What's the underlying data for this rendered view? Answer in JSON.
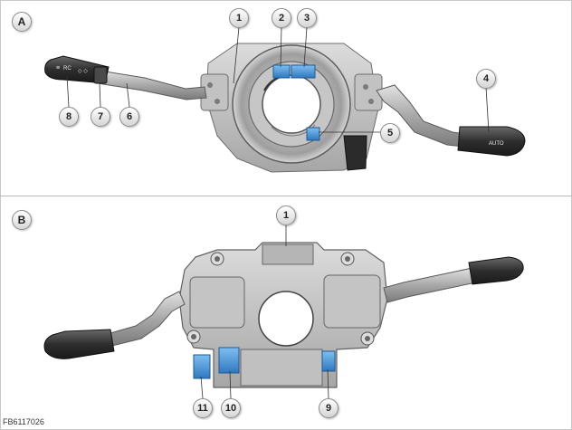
{
  "panels": [
    {
      "label": "A"
    },
    {
      "label": "B"
    }
  ],
  "callouts": [
    "1",
    "2",
    "3",
    "4",
    "5",
    "6",
    "7",
    "8",
    "1",
    "9",
    "10",
    "11"
  ],
  "stalk_markings": {
    "left_stalk_symbol": "≡",
    "left_stalk_text": "RC",
    "left_stalk_rings": "◇ ◇",
    "right_stalk_text": "AUTO"
  },
  "figure_code": "FB6117026",
  "colors": {
    "connector_blue": "#3f8fd0",
    "housing_gray": "#c9c9c9",
    "stalk_gray": "#9a9a9a",
    "stalk_tip_dark": "#3a3a3a"
  }
}
